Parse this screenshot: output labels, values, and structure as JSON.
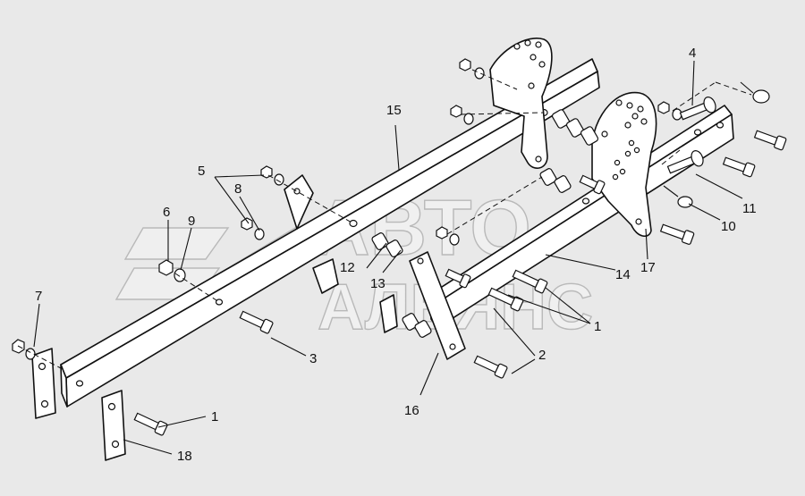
{
  "watermark": {
    "line1": "АВТО",
    "line2": "АЛЬЯНС"
  },
  "callouts": {
    "c1a": "1",
    "c1b": "1",
    "c2": "2",
    "c3": "3",
    "c4": "4",
    "c5": "5",
    "c6": "6",
    "c7": "7",
    "c8": "8",
    "c9": "9",
    "c10": "10",
    "c11": "11",
    "c12": "12",
    "c13": "13",
    "c14": "14",
    "c15": "15",
    "c16": "16",
    "c17": "17",
    "c18": "18"
  }
}
